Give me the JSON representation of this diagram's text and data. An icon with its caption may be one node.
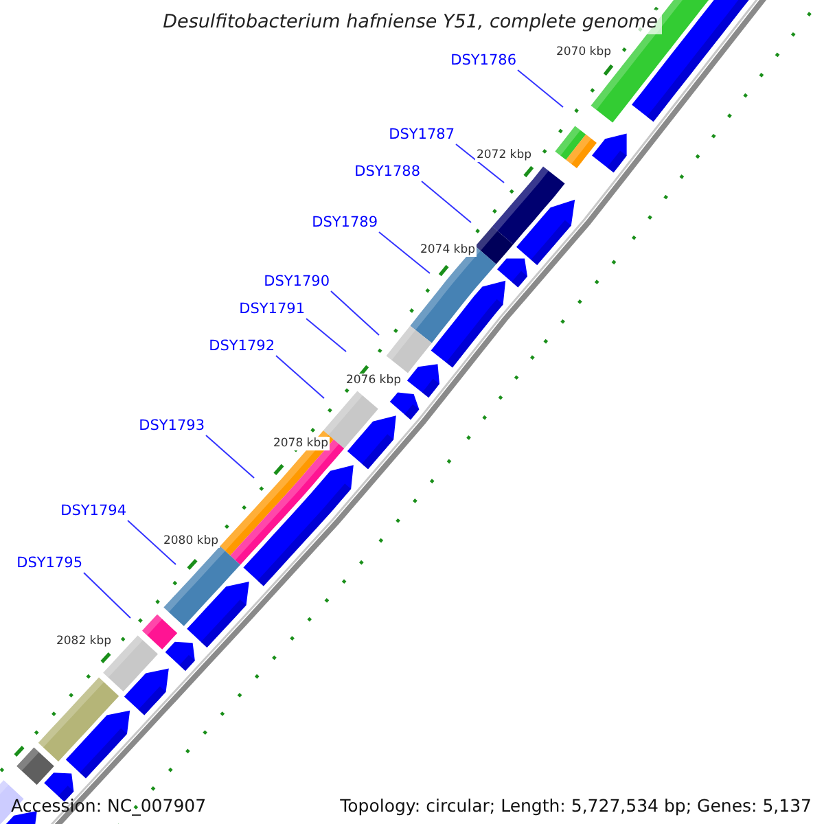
{
  "diagram": {
    "title": "Desulfitobacterium hafniense Y51, complete genome",
    "nodes": [
      {
        "text": [
          "DSY1786"
        ]
      },
      {
        "text": [
          "DSY1787"
        ]
      },
      {
        "text": [
          "DSY1788"
        ]
      },
      {
        "text": [
          "DSY1789"
        ]
      },
      {
        "text": [
          "DSY1790"
        ]
      },
      {
        "text": [
          "DSY1791"
        ]
      },
      {
        "text": [
          "DSY1792"
        ]
      },
      {
        "text": [
          "DSY1793"
        ]
      },
      {
        "text": [
          "DSY1794"
        ]
      },
      {
        "text": [
          "DSY1795"
        ]
      }
    ],
    "edges": [
      {
        "from": 0,
        "to": null,
        "arrow": "none"
      },
      {
        "from": 1,
        "to": null,
        "arrow": "none"
      },
      {
        "from": 2,
        "to": null,
        "arrow": "none"
      },
      {
        "from": 3,
        "to": null,
        "arrow": "none"
      },
      {
        "from": 4,
        "to": null,
        "arrow": "none"
      },
      {
        "from": 5,
        "to": null,
        "arrow": "none"
      },
      {
        "from": 6,
        "to": null,
        "arrow": "none"
      },
      {
        "from": 7,
        "to": null,
        "arrow": "none"
      },
      {
        "from": 8,
        "to": null,
        "arrow": "none"
      },
      {
        "from": 9,
        "to": null,
        "arrow": "none"
      }
    ],
    "labels": [
      "2070 kbp",
      "2072 kbp",
      "2074 kbp",
      "2076 kbp",
      "2078 kbp",
      "2080 kbp",
      "2082 kbp",
      "Accession: NC_007907",
      "Topology: circular; Length: 5,727,534 bp; Genes: 5,137"
    ]
  }
}
